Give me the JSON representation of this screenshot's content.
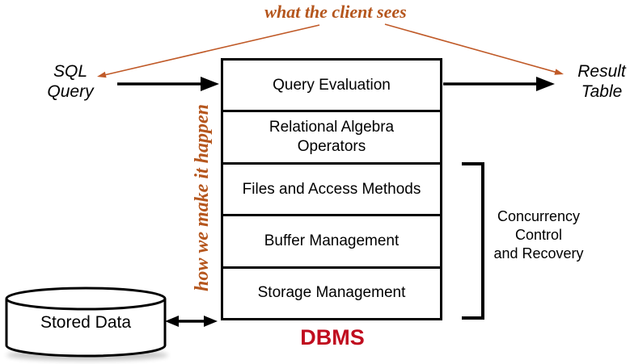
{
  "annotations": {
    "client_view_label": "what the client sees",
    "internal_view_label": "how we make it happen",
    "bracket_note": "Concurrency\nControl\nand Recovery"
  },
  "io": {
    "input_label": "SQL\nQuery",
    "output_label": "Result\nTable"
  },
  "dbms": {
    "caption": "DBMS",
    "layers": [
      {
        "label": "Query Evaluation"
      },
      {
        "label": "Relational Algebra\nOperators"
      },
      {
        "label": "Files and Access Methods"
      },
      {
        "label": "Buffer Management"
      },
      {
        "label": "Storage Management"
      }
    ]
  },
  "storage": {
    "label": "Stored Data"
  },
  "colors": {
    "accent_orange": "#b5561d",
    "arrow_orange": "#c05a28",
    "dbms_red": "#c00d1f",
    "diagram_black": "#000000"
  }
}
